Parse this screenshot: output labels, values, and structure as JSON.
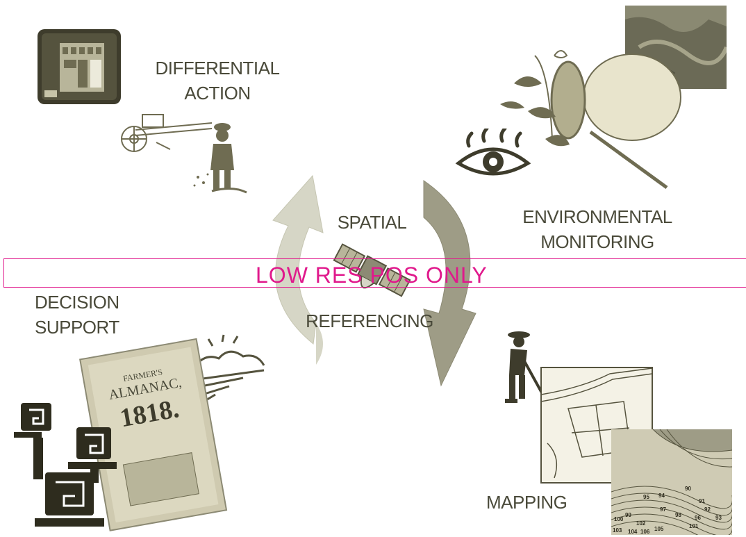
{
  "labels": {
    "differential_action": [
      "DIFFERENTIAL",
      "ACTION"
    ],
    "environmental_monitoring": [
      "ENVIRONMENTAL",
      "MONITORING"
    ],
    "spatial": "SPATIAL",
    "referencing": "REFERENCING",
    "decision_support": [
      "DECISION",
      "SUPPORT"
    ],
    "mapping": "MAPPING"
  },
  "overlay": {
    "text": "LOW RES POS ONLY",
    "color": "#e0198c"
  },
  "almanac": {
    "title_line1": "FARMER'S",
    "title_line2": "ALMANAC,",
    "year": "1818."
  },
  "contour_labels": [
    "90",
    "91",
    "92",
    "93",
    "94",
    "95",
    "96",
    "97",
    "98",
    "99",
    "100",
    "101",
    "102",
    "103",
    "104",
    "105",
    "106"
  ],
  "colors": {
    "art": "#8c8a64",
    "arrow_light": "#d6d6c6",
    "arrow_dark": "#9e9c86",
    "text": "#4a4a3a"
  }
}
